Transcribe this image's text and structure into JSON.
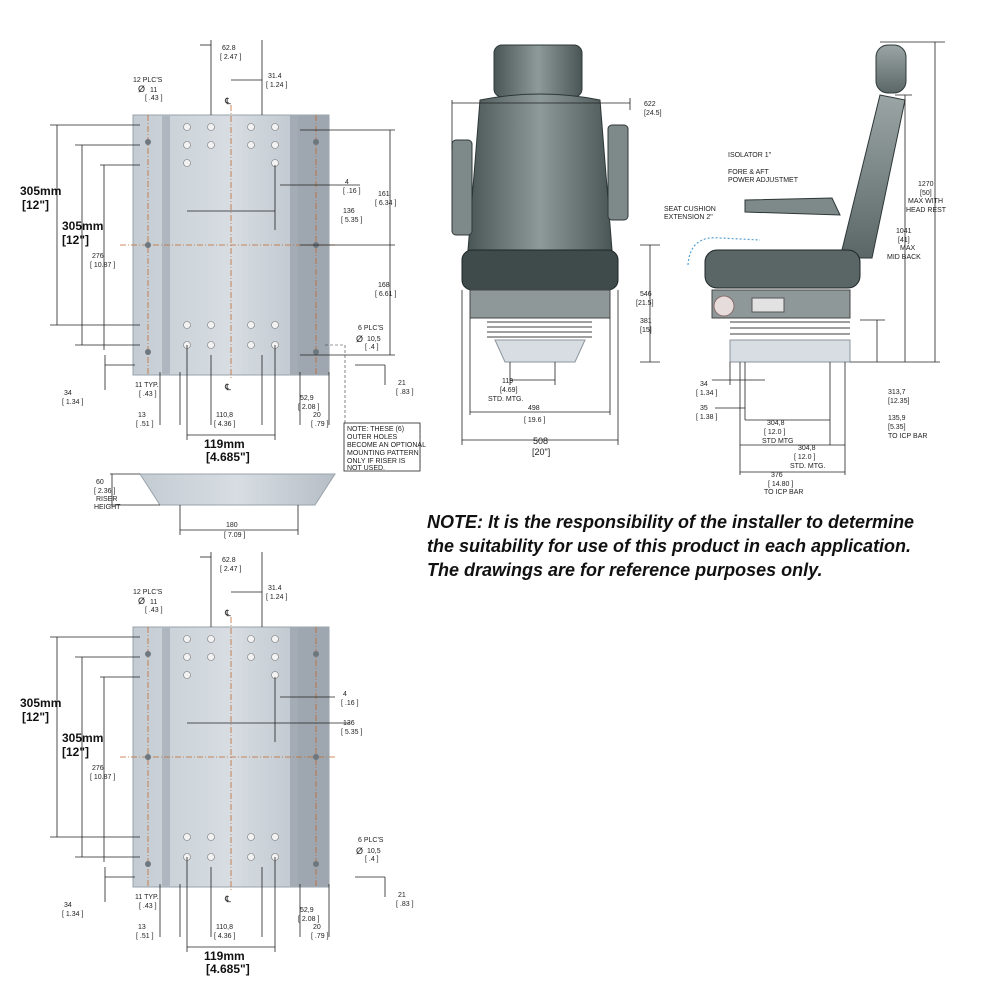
{
  "plate_view": {
    "holes_12": "12 PLC'S",
    "dia_11": "11",
    "in_43": "[ .43 ]",
    "d_62_8": "62.8",
    "in_2_47": "[ 2.47 ]",
    "d_31_4": "31.4",
    "in_1_24": "[ 1.24 ]",
    "d_4": "4",
    "in_16": "[ .16 ]",
    "d_136": "136",
    "in_5_35": "[ 5.35 ]",
    "d_161": "161",
    "in_6_34": "[ 6.34 ]",
    "d_168": "168",
    "in_6_61": "[ 6.61 ]",
    "d_276": "276",
    "in_10_87": "[ 10.87 ]",
    "d_305": "305mm",
    "in_12": "[12\"]",
    "holes_6": "6 PLC'S",
    "dia_10_5": "10,5",
    "in_4": "[ .4 ]",
    "d_34": "34",
    "in_1_34": "[ 1.34 ]",
    "d_11typ": "11  TYP.",
    "in_43b": "[ .43 ]",
    "d_13": "13",
    "in_51": "[ .51 ]",
    "d_110_8": "110,8",
    "in_4_36": "[ 4.36 ]",
    "d_52_9": "52,9",
    "in_2_08": "[ 2.08 ]",
    "d_20": "20",
    "in_79": "[ .79 ]",
    "d_21": "21",
    "in_83": "[ .83 ]",
    "d_119": "119mm",
    "in_4_685": "[4.685\"]",
    "cl": "℄"
  },
  "riser_note": [
    "NOTE: THESE (6)",
    "OUTER HOLES",
    "BECOME AN OPTIONAL",
    "MOUNTING PATTERN",
    "ONLY IF RISER IS",
    "NOT USED."
  ],
  "riser": {
    "d_60": "60",
    "in_2_36": "[ 2.36 ]",
    "label": "RISER",
    "label2": "HEIGHT",
    "d_180": "180",
    "in_7_09": "[ 7.09 ]"
  },
  "front_view": {
    "d_622": "622",
    "in_24_5": "[24.5]",
    "d_546": "546",
    "in_21_5": "[21.5]",
    "d_381": "381",
    "in_15": "[15]",
    "d_119": "119",
    "in_4_69": "[4.69]",
    "std": "STD. MTG.",
    "d_498": "498",
    "in_19_6": "[ 19.6 ]",
    "d_508": "508",
    "in_20": "[20\"]"
  },
  "side_view": {
    "isolator": "ISOLATOR 1\"",
    "fore_aft_1": "FORE & AFT",
    "fore_aft_2": "POWER ADJUSTMET",
    "seat_ext_1": "SEAT CUSHION",
    "seat_ext_2": "EXTENSION 2\"",
    "d_1270": "1270",
    "in_50": "[50]",
    "max_1": "MAX WITH",
    "max_2": "HEAD REST",
    "d_1041": "1041",
    "in_41": "[41]",
    "mid_1": "MAX",
    "mid_2": "MID BACK",
    "d_34": "34",
    "in_1_34": "[ 1.34 ]",
    "d_35": "35",
    "in_1_38": "[ 1.38 ]",
    "d_304_8a": "304,8",
    "in_12a": "[ 12.0 ]",
    "std_a": "STD MTG",
    "d_304_8b": "304,8",
    "in_12b": "[ 12.0 ]",
    "std_b": "STD. MTG.",
    "d_376": "376",
    "in_14_8": "[ 14.80 ]",
    "icp": "TO ICP BAR",
    "d_313_7": "313,7",
    "in_12_35": "[12.35]",
    "d_135_9": "135,9",
    "in_5_35": "[5.35]",
    "icp2": "TO ICP BAR"
  },
  "note": [
    "NOTE: It is the responsibility of the installer to determine",
    "the suitability for use of this product in each application.",
    "The drawings are for reference purposes only."
  ]
}
